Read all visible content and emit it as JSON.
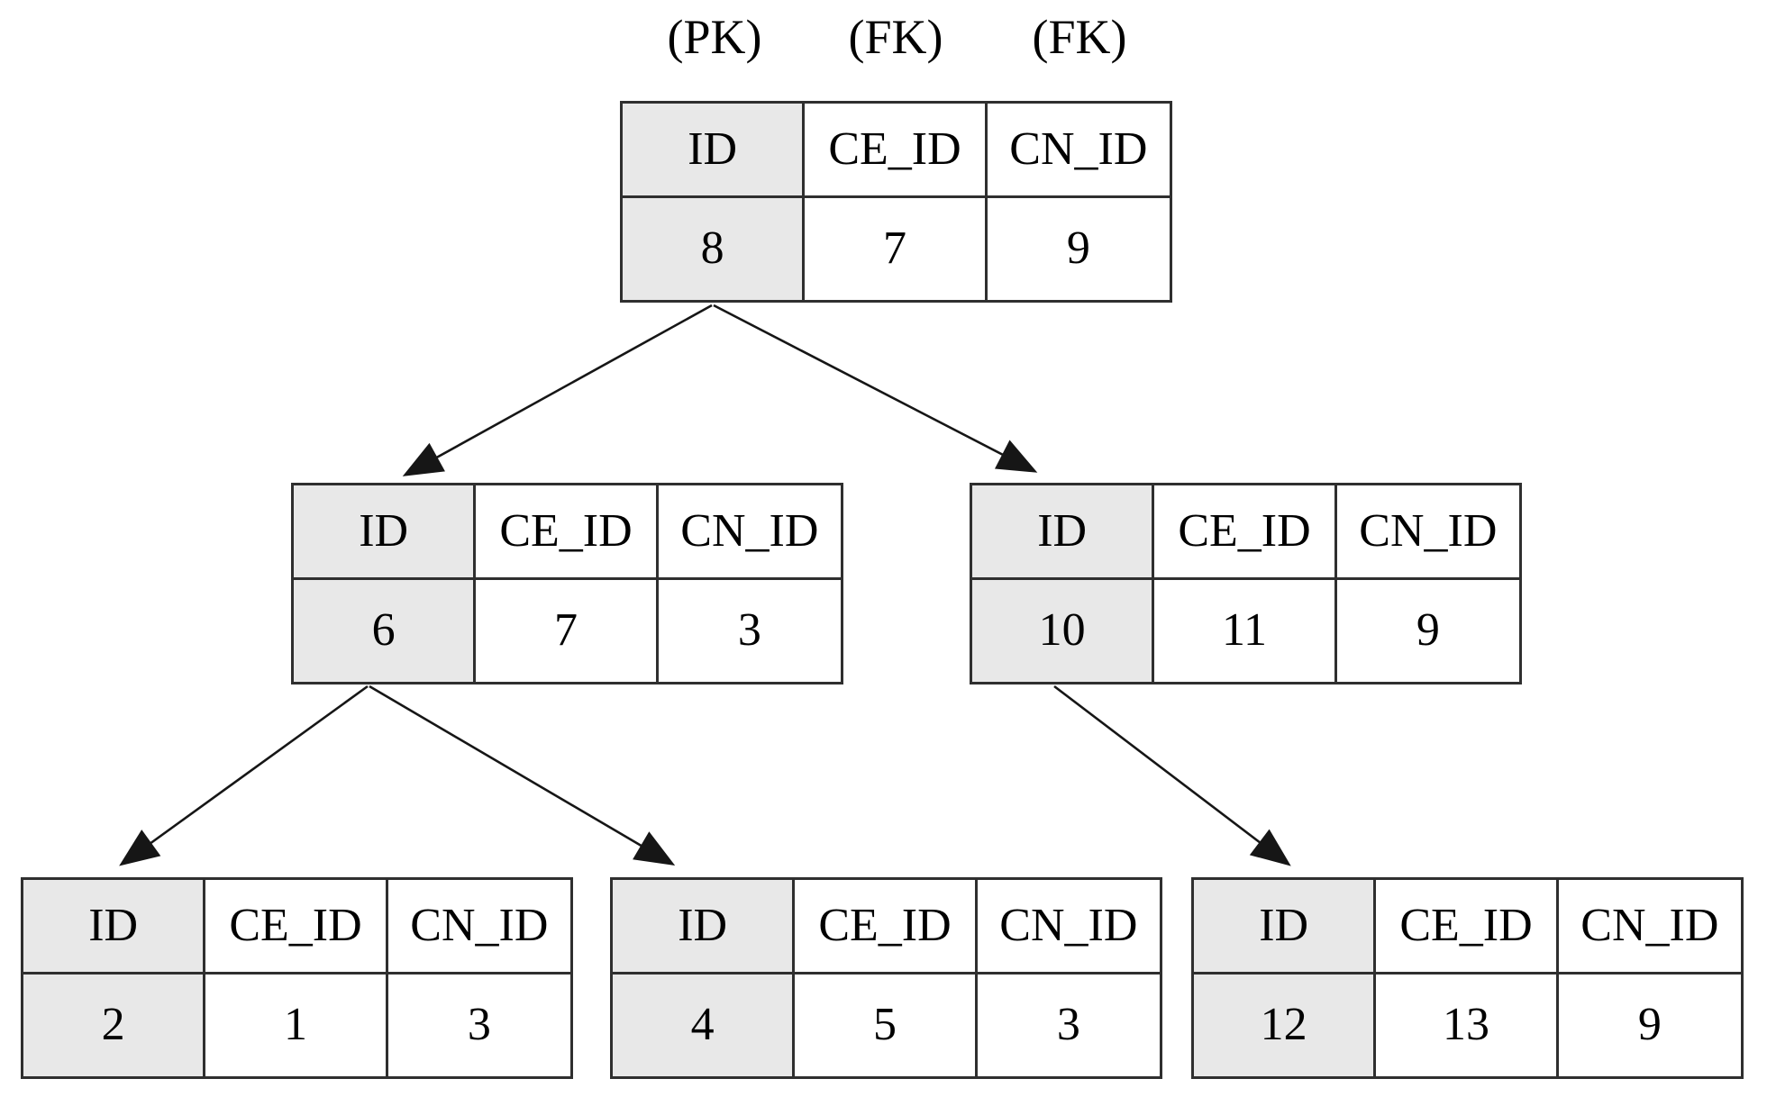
{
  "key_annotations": {
    "pk": "(PK)",
    "fk1": "(FK)",
    "fk2": "(FK)"
  },
  "columns": [
    "ID",
    "CE_ID",
    "CN_ID"
  ],
  "nodes": [
    {
      "name": "root",
      "values": [
        "8",
        "7",
        "9"
      ]
    },
    {
      "name": "child-left",
      "values": [
        "6",
        "7",
        "3"
      ]
    },
    {
      "name": "child-right",
      "values": [
        "10",
        "11",
        "9"
      ]
    },
    {
      "name": "leaf-left",
      "values": [
        "2",
        "1",
        "3"
      ]
    },
    {
      "name": "leaf-middle",
      "values": [
        "4",
        "5",
        "3"
      ]
    },
    {
      "name": "leaf-right",
      "values": [
        "12",
        "13",
        "9"
      ]
    }
  ],
  "edges": [
    {
      "from": "root",
      "to": "child-left"
    },
    {
      "from": "root",
      "to": "child-right"
    },
    {
      "from": "child-left",
      "to": "leaf-left"
    },
    {
      "from": "child-left",
      "to": "leaf-middle"
    },
    {
      "from": "child-right",
      "to": "leaf-right"
    }
  ],
  "colors": {
    "background": "#ffffff",
    "border": "#2f2f2f",
    "pk_cell_fill": "#e8e8e8",
    "arrow": "#161616",
    "text": "#000000"
  }
}
